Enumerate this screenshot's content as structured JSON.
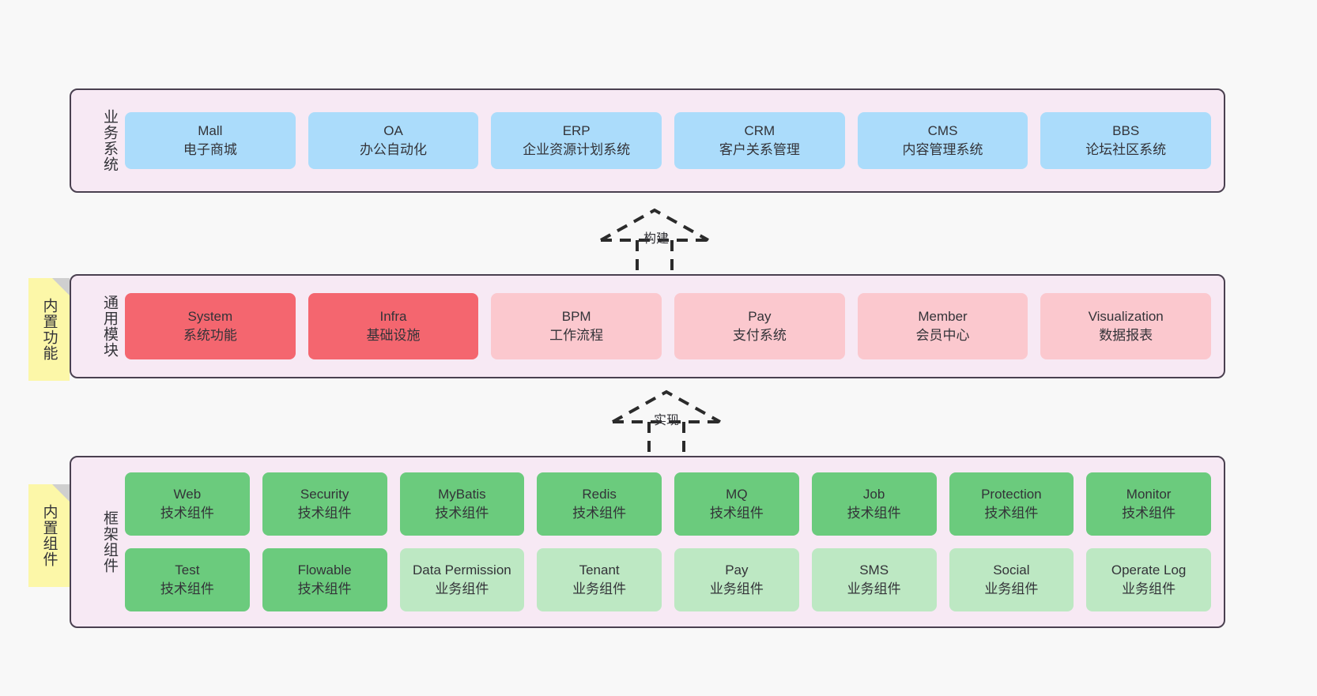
{
  "diagram": {
    "background_color": "#f8f8f8",
    "panel_bg_color": "#f7e9f4",
    "panel_border_color": "#4a4050"
  },
  "layers": {
    "business": {
      "title": "业务系统",
      "cell_color": "#abdcfb",
      "items": [
        {
          "en": "Mall",
          "cn": "电子商城"
        },
        {
          "en": "OA",
          "cn": "办公自动化"
        },
        {
          "en": "ERP",
          "cn": "企业资源计划系统"
        },
        {
          "en": "CRM",
          "cn": "客户关系管理"
        },
        {
          "en": "CMS",
          "cn": "内容管理系统"
        },
        {
          "en": "BBS",
          "cn": "论坛社区系统"
        }
      ]
    },
    "modules": {
      "title": "通用模块",
      "primary_color": "#f4666f",
      "secondary_color": "#fbc8ce",
      "items": [
        {
          "en": "System",
          "cn": "系统功能",
          "color": "#f4666f"
        },
        {
          "en": "Infra",
          "cn": "基础设施",
          "color": "#f4666f"
        },
        {
          "en": "BPM",
          "cn": "工作流程",
          "color": "#fbc8ce"
        },
        {
          "en": "Pay",
          "cn": "支付系统",
          "color": "#fbc8ce"
        },
        {
          "en": "Member",
          "cn": "会员中心",
          "color": "#fbc8ce"
        },
        {
          "en": "Visualization",
          "cn": "数据报表",
          "color": "#fbc8ce"
        }
      ]
    },
    "framework": {
      "title": "框架组件",
      "tech_color": "#6bcb7d",
      "biz_color": "#bde8c3",
      "row1": [
        {
          "en": "Web",
          "cn": "技术组件",
          "color": "#6bcb7d"
        },
        {
          "en": "Security",
          "cn": "技术组件",
          "color": "#6bcb7d"
        },
        {
          "en": "MyBatis",
          "cn": "技术组件",
          "color": "#6bcb7d"
        },
        {
          "en": "Redis",
          "cn": "技术组件",
          "color": "#6bcb7d"
        },
        {
          "en": "MQ",
          "cn": "技术组件",
          "color": "#6bcb7d"
        },
        {
          "en": "Job",
          "cn": "技术组件",
          "color": "#6bcb7d"
        },
        {
          "en": "Protection",
          "cn": "技术组件",
          "color": "#6bcb7d"
        },
        {
          "en": "Monitor",
          "cn": "技术组件",
          "color": "#6bcb7d"
        }
      ],
      "row2": [
        {
          "en": "Test",
          "cn": "技术组件",
          "color": "#6bcb7d"
        },
        {
          "en": "Flowable",
          "cn": "技术组件",
          "color": "#6bcb7d"
        },
        {
          "en": "Data Permission",
          "cn": "业务组件",
          "color": "#bde8c3"
        },
        {
          "en": "Tenant",
          "cn": "业务组件",
          "color": "#bde8c3"
        },
        {
          "en": "Pay",
          "cn": "业务组件",
          "color": "#bde8c3"
        },
        {
          "en": "SMS",
          "cn": "业务组件",
          "color": "#bde8c3"
        },
        {
          "en": "Social",
          "cn": "业务组件",
          "color": "#bde8c3"
        },
        {
          "en": "Operate Log",
          "cn": "业务组件",
          "color": "#bde8c3"
        }
      ]
    }
  },
  "notes": [
    {
      "label": "内置功能",
      "color": "#fcf7a8"
    },
    {
      "label": "内置组件",
      "color": "#fcf7a8"
    }
  ],
  "arrows": [
    {
      "label": "构建",
      "style": "dashed-hollow-triangle"
    },
    {
      "label": "实现",
      "style": "dashed-hollow-triangle"
    }
  ]
}
